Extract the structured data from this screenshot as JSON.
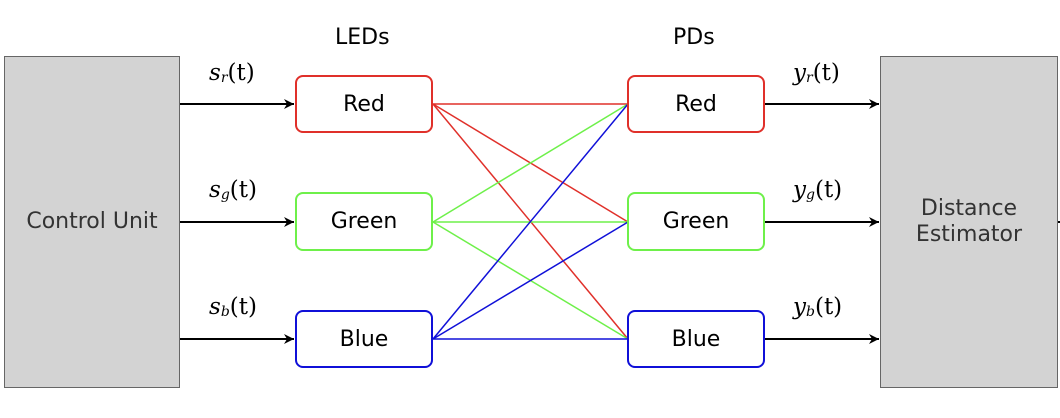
{
  "headings": {
    "leds": "LEDs",
    "pds": "PDs"
  },
  "control_unit": {
    "label": "Control Unit"
  },
  "distance_estimator": {
    "line1": "Distance",
    "line2": "Estimator"
  },
  "leds": [
    {
      "label": "Red",
      "color": "#e0302a"
    },
    {
      "label": "Green",
      "color": "#6ef04a"
    },
    {
      "label": "Blue",
      "color": "#1010d8"
    }
  ],
  "pds": [
    {
      "label": "Red",
      "color": "#e0302a"
    },
    {
      "label": "Green",
      "color": "#6ef04a"
    },
    {
      "label": "Blue",
      "color": "#1010d8"
    }
  ],
  "input_signals": [
    {
      "base": "s",
      "sub": "r",
      "arg": "(t)"
    },
    {
      "base": "s",
      "sub": "g",
      "arg": "(t)"
    },
    {
      "base": "s",
      "sub": "b",
      "arg": "(t)"
    }
  ],
  "output_signals": [
    {
      "base": "y",
      "sub": "r",
      "arg": "(t)"
    },
    {
      "base": "y",
      "sub": "g",
      "arg": "(t)"
    },
    {
      "base": "y",
      "sub": "b",
      "arg": "(t)"
    }
  ],
  "colors": {
    "block_fill": "#d3d3d3",
    "block_border": "#666666",
    "arrow": "#000000"
  }
}
